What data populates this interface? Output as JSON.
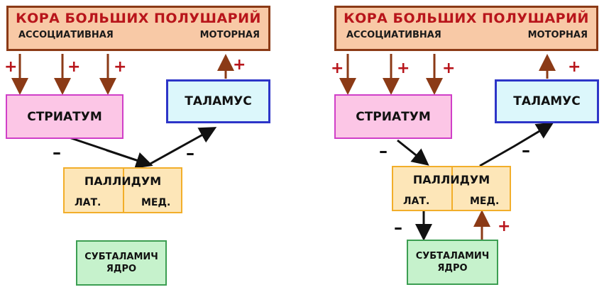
{
  "colors": {
    "excitatory_arrow": "#8b3a16",
    "inhibitory_arrow": "#111111",
    "cortex_fill": "#f8c9a6",
    "striatum_fill": "#fcc6e6",
    "thalamus_fill": "#dcf7fb",
    "thalamus_border": "#2d35c8",
    "pallidum_fill": "#fde6b8",
    "stn_fill": "#c6f2cc",
    "plus_sign": "#b8151b"
  },
  "labels": {
    "cortex_title": "КОРА БОЛЬШИХ ПОЛУШАРИЙ",
    "cortex_associative": "АССОЦИАТИВНАЯ",
    "cortex_motor": "МОТОРНАЯ",
    "striatum": "СТРИАТУМ",
    "thalamus": "ТАЛАМУС",
    "pallidum": "ПАЛЛИДУМ",
    "pallidum_lateral": "ЛАТ.",
    "pallidum_medial": "МЕД.",
    "stn_line1": "СУБТАЛАМИЧ",
    "stn_line2": "ЯДРО"
  },
  "signs": {
    "plus": "+",
    "minus": "–"
  }
}
